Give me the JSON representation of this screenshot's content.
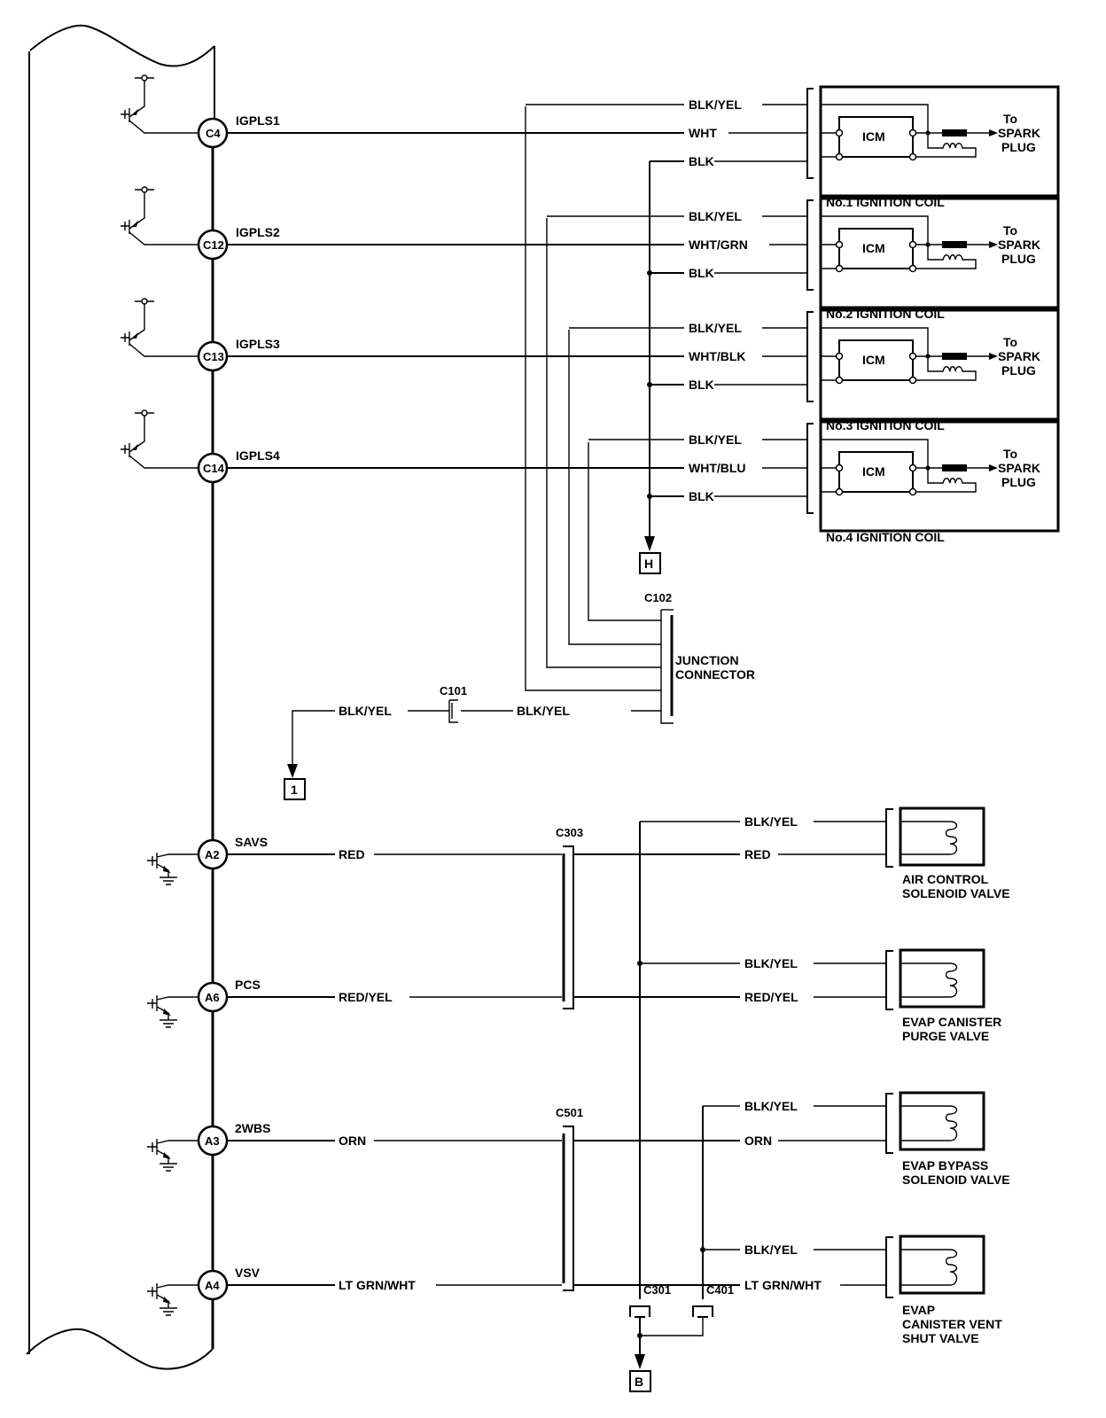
{
  "diagram": {
    "title": "ECM/PCM ignition coil and solenoid valve wiring schematic",
    "colors": {
      "line": "#000000",
      "background": "#ffffff"
    },
    "ecm_terminals": [
      {
        "pin": "C4",
        "signal": "IGPLS1",
        "transistor": "driver-to-supply"
      },
      {
        "pin": "C12",
        "signal": "IGPLS2",
        "transistor": "driver-to-supply"
      },
      {
        "pin": "C13",
        "signal": "IGPLS3",
        "transistor": "driver-to-supply"
      },
      {
        "pin": "C14",
        "signal": "IGPLS4",
        "transistor": "driver-to-supply"
      },
      {
        "pin": "A2",
        "signal": "SAVS",
        "transistor": "driver-to-ground"
      },
      {
        "pin": "A6",
        "signal": "PCS",
        "transistor": "driver-to-ground"
      },
      {
        "pin": "A3",
        "signal": "2WBS",
        "transistor": "driver-to-ground"
      },
      {
        "pin": "A4",
        "signal": "VSV",
        "transistor": "driver-to-ground"
      }
    ],
    "ignition_coils": [
      {
        "name": "No.1 IGNITION COIL",
        "module": "ICM",
        "output": [
          "To",
          "SPARK",
          "PLUG"
        ],
        "wires": [
          "BLK/YEL",
          "WHT",
          "BLK"
        ]
      },
      {
        "name": "No.2 IGNITION COIL",
        "module": "ICM",
        "output": [
          "To",
          "SPARK",
          "PLUG"
        ],
        "wires": [
          "BLK/YEL",
          "WHT/GRN",
          "BLK"
        ]
      },
      {
        "name": "No.3 IGNITION COIL",
        "module": "ICM",
        "output": [
          "To",
          "SPARK",
          "PLUG"
        ],
        "wires": [
          "BLK/YEL",
          "WHT/BLK",
          "BLK"
        ]
      },
      {
        "name": "No.4 IGNITION COIL",
        "module": "ICM",
        "output": [
          "To",
          "SPARK",
          "PLUG"
        ],
        "wires": [
          "BLK/YEL",
          "WHT/BLU",
          "BLK"
        ]
      }
    ],
    "ground_ref_H": "H",
    "junction": {
      "connector": "C102",
      "label_line1": "JUNCTION",
      "label_line2": "CONNECTOR",
      "inline_connector": "C101",
      "wire_left": "BLK/YEL",
      "wire_right": "BLK/YEL",
      "ref": "1"
    },
    "solenoid_connectors": {
      "upper": "C303",
      "lower": "C501",
      "ground_a": "C301",
      "ground_b": "C401",
      "ref": "B"
    },
    "valves": [
      {
        "name_line1": "AIR CONTROL",
        "name_line2": "SOLENOID VALVE",
        "name_line3": "",
        "wires": [
          "BLK/YEL",
          "RED"
        ],
        "ecm_wire": "RED"
      },
      {
        "name_line1": "EVAP CANISTER",
        "name_line2": "PURGE VALVE",
        "name_line3": "",
        "wires": [
          "BLK/YEL",
          "RED/YEL"
        ],
        "ecm_wire": "RED/YEL"
      },
      {
        "name_line1": "EVAP BYPASS",
        "name_line2": "SOLENOID VALVE",
        "name_line3": "",
        "wires": [
          "BLK/YEL",
          "ORN"
        ],
        "ecm_wire": "ORN"
      },
      {
        "name_line1": "EVAP",
        "name_line2": "CANISTER VENT",
        "name_line3": "SHUT VALVE",
        "wires": [
          "BLK/YEL",
          "LT GRN/WHT"
        ],
        "ecm_wire": "LT GRN/WHT"
      }
    ]
  }
}
